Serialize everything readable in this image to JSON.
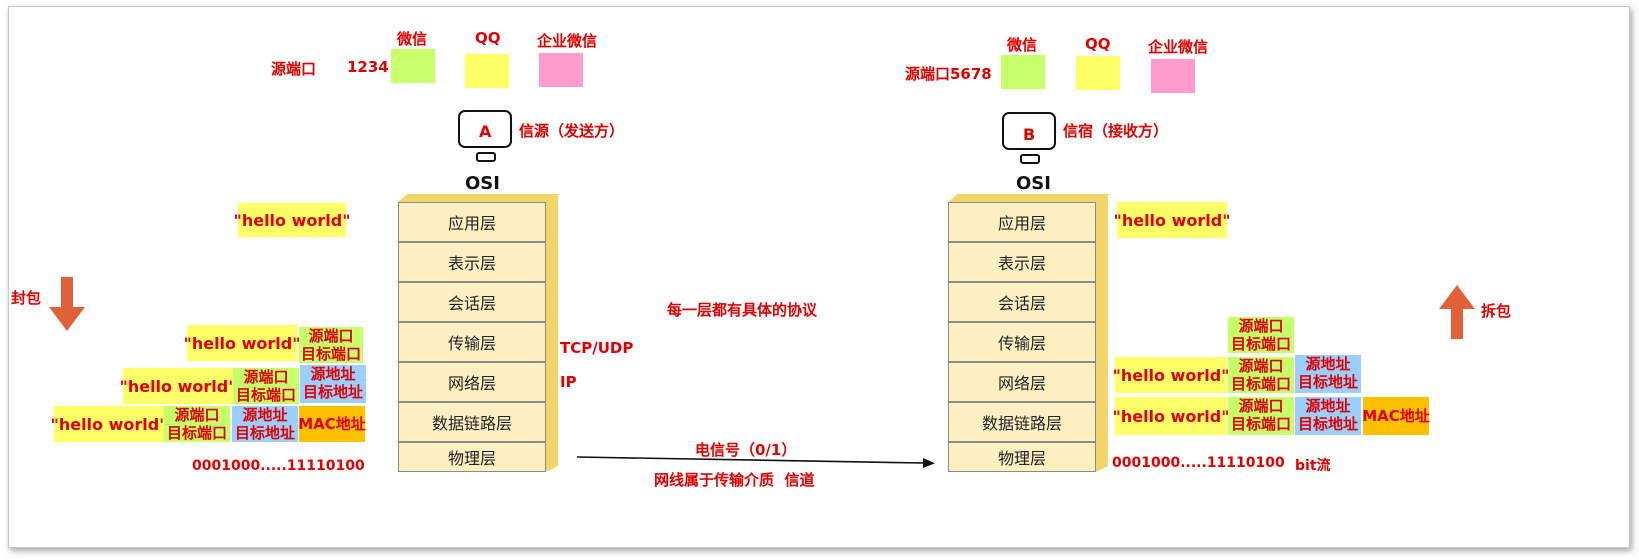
{
  "sender": {
    "port_label": "源端口",
    "port_value": "1234",
    "apps": [
      "微信",
      "QQ",
      "企业微信"
    ],
    "host_letter": "A",
    "host_label": "信源（发送方）",
    "osi_title": "OSI",
    "message": "\"hello world\"",
    "encap_label": "封包",
    "bits": "0001000.....11110100"
  },
  "receiver": {
    "port_label": "源端口5678",
    "apps": [
      "微信",
      "QQ",
      "企业微信"
    ],
    "host_letter": "B",
    "host_label": "信宿（接收方）",
    "osi_title": "OSI",
    "message": "\"hello world\"",
    "decap_label": "拆包",
    "bits": "0001000.....11110100",
    "bitstream": "bit流"
  },
  "osi_layers": [
    "应用层",
    "表示层",
    "会话层",
    "传输层",
    "网络层",
    "数据链路层",
    "物理层"
  ],
  "annotations": {
    "protocol_note": "每一层都有具体的协议",
    "tcp_udp": "TCP/UDP",
    "ip": "IP",
    "signal": "电信号（0/1）",
    "medium": "网线属于传输介质  信道"
  },
  "headers": {
    "src_port": "源端口",
    "dst_port": "目标端口",
    "src_addr": "源地址",
    "dst_addr": "目标地址",
    "mac": "MAC地址",
    "hello": "\"hello world\""
  },
  "colors": {
    "label_red": "#e00000",
    "green": "#c6ff6a",
    "yellow": "#ffff66",
    "pink": "#ff9ccc",
    "blue": "#9ccfff",
    "orange": "#ffc000",
    "arrow": "#e0603a"
  },
  "icons": [
    "monitor-icon",
    "down-arrow-icon",
    "up-arrow-icon",
    "right-arrow-icon"
  ]
}
